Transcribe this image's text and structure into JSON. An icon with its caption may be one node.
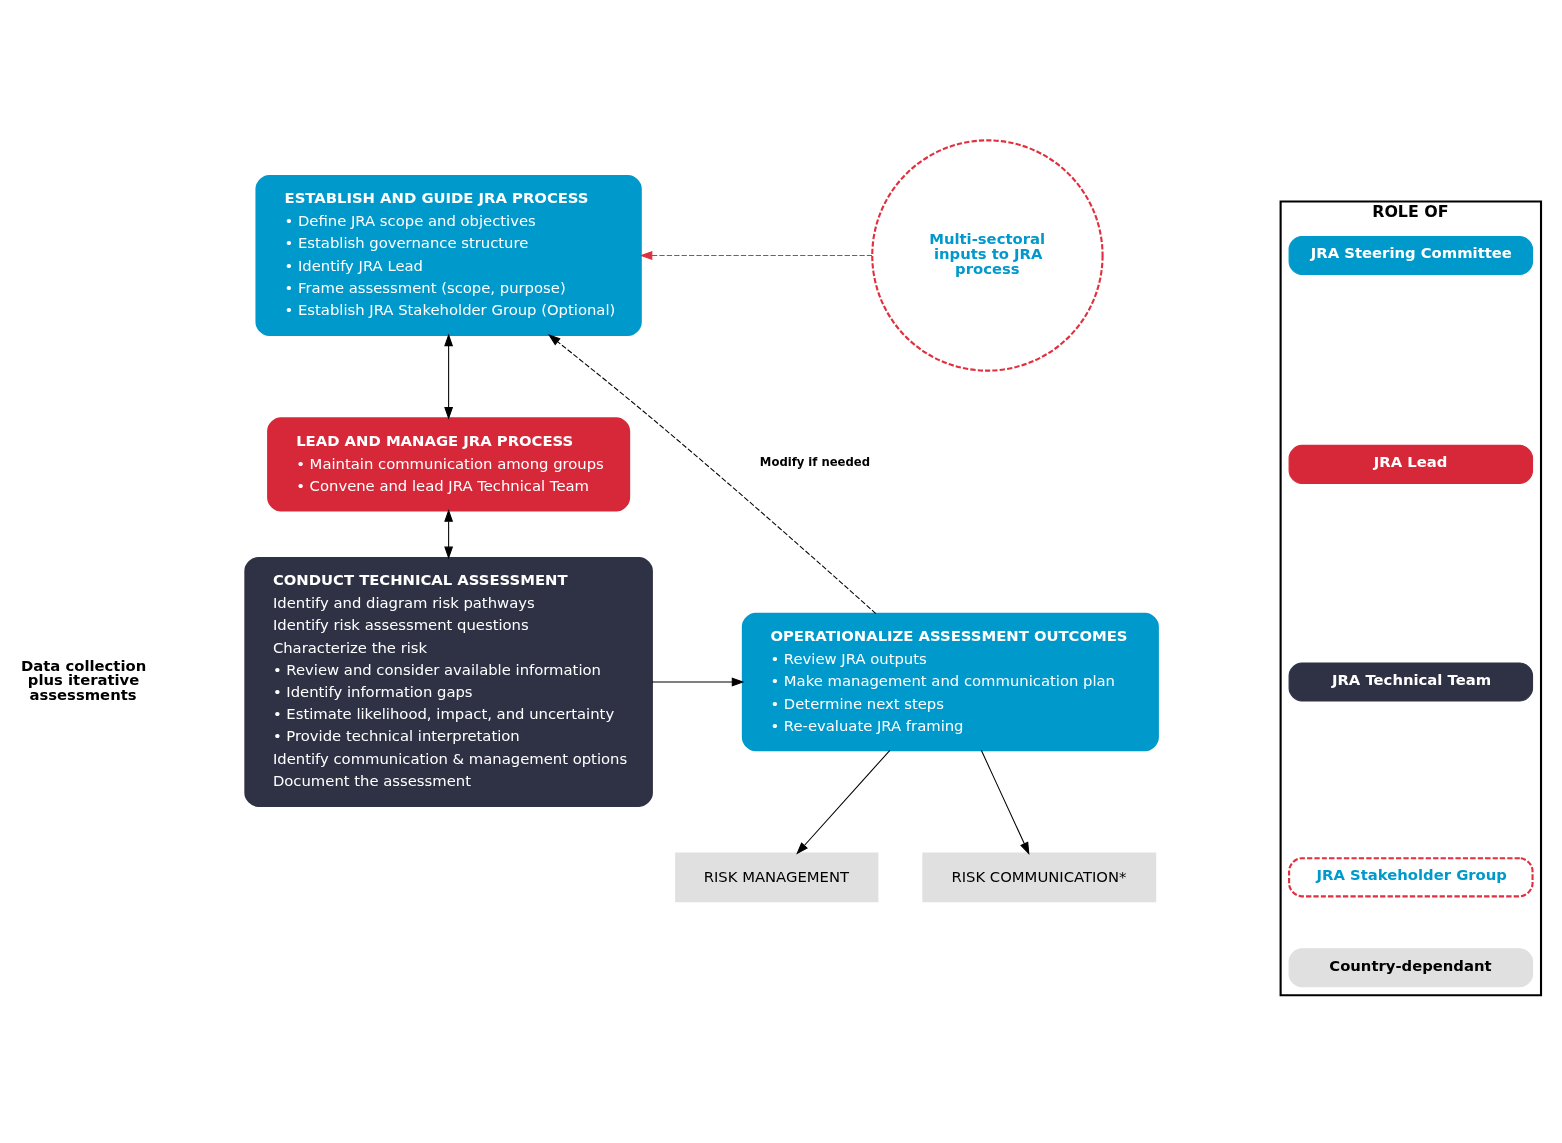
{
  "diagram": {
    "nodes": [
      {
        "text": [
          "ESTABLISH AND GUIDE JRA PROCESS",
          "• Define JRA scope and objectives",
          "• Establish governance structure",
          "• Identify JRA Lead",
          "• Frame assessment (scope, purpose)",
          "• Establish JRA Stakeholder Group (Optional)"
        ]
      },
      {
        "text": [
          "LEAD AND MANAGE JRA PROCESS",
          "• Maintain communication among groups",
          "• Convene and lead JRA Technical Team"
        ]
      },
      {
        "text": [
          "CONDUCT TECHNICAL ASSESSMENT",
          "Identify and diagram risk pathways",
          "Identify risk assessment questions",
          "Characterize the risk",
          "• Review and consider available information",
          "• Identify information gaps",
          "• Estimate likelihood, impact, and uncertainty",
          "• Provide technical interpretation",
          "Identify communication & management options",
          "Document the assessment"
        ]
      },
      {
        "text": [
          "Multi-sectoral inputs to JRA process"
        ]
      },
      {
        "text": [
          "OPERATIONALIZE ASSESSMENT OUTCOMES",
          "• Review JRA outputs",
          "• Make management and communication plan",
          "• Determine next steps",
          "• Re-evaluate JRA framing"
        ]
      },
      {
        "text": [
          "RISK MANAGEMENT"
        ]
      },
      {
        "text": [
          "RISK COMMUNICATION*"
        ]
      },
      {
        "text": [
          "ROLE OF"
        ]
      }
    ],
    "edges": [
      {
        "from": 0,
        "to": 1,
        "arrow": "both"
      },
      {
        "from": 1,
        "to": 2,
        "arrow": "both"
      },
      {
        "from": 3,
        "to": 0,
        "arrow": "to",
        "style": "dashed",
        "color": "#e0303f"
      },
      {
        "from": 4,
        "to": 0,
        "arrow": "to",
        "style": "dashed",
        "label": "Modify if needed"
      },
      {
        "from": 2,
        "to": 4,
        "arrow": "to"
      },
      {
        "from": 4,
        "to": 5,
        "arrow": "to"
      },
      {
        "from": 4,
        "to": 6,
        "arrow": "to"
      }
    ],
    "labels": [
      "Data collection plus iterative assessments"
    ],
    "legend": [
      {
        "text": "JRA Steering Committee",
        "color": "#0099cc"
      },
      {
        "text": "JRA Lead",
        "color": "#d62839"
      },
      {
        "text": "JRA Technical Team",
        "color": "#2e3244"
      },
      {
        "text": "JRA Stakeholder Group"
      },
      {
        "text": "Country-dependant",
        "color": "#e0e0e0"
      }
    ]
  }
}
